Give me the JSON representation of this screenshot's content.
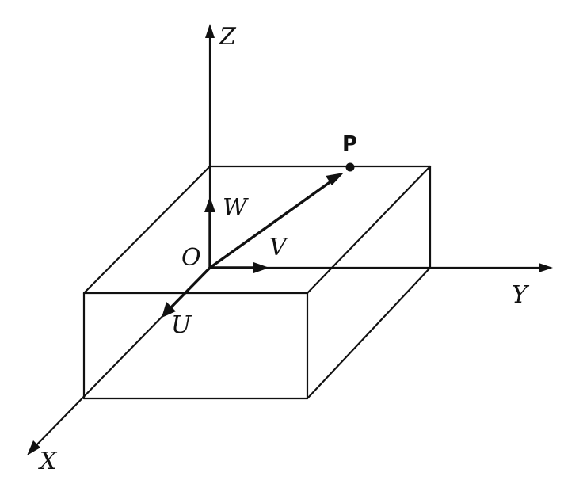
{
  "diagram": {
    "axes": {
      "x_label": "X",
      "y_label": "Y",
      "z_label": "Z"
    },
    "origin_label": "O",
    "vectors": {
      "u_label": "U",
      "v_label": "V",
      "w_label": "W"
    },
    "point_label": "P"
  }
}
